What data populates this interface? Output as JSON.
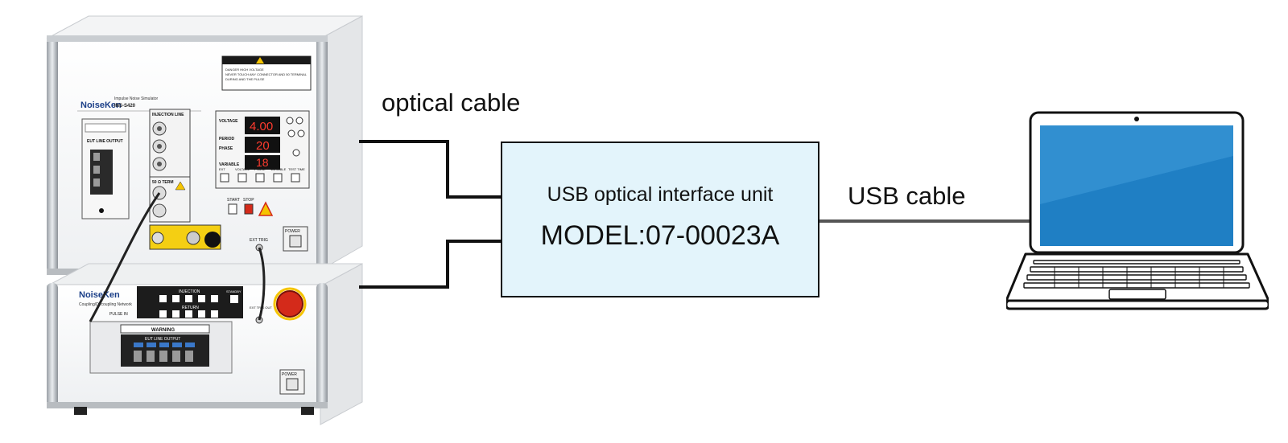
{
  "labels": {
    "optical_cable": "optical cable",
    "usb_cable": "USB cable"
  },
  "interface_unit": {
    "title": "USB optical interface unit",
    "model": "MODEL:07-00023A"
  },
  "upper_device": {
    "brand": "NoiseKen",
    "subtitle": "Impulse Noise Simulator",
    "model": "INS-S420",
    "warning_lines": [
      "DANGER HIGH VOLTAGE",
      "NEVER TOUCH ANY CONNECTOR AND 50 TERMINAL",
      "DURING AND THE PULSE"
    ],
    "panel_labels": {
      "injection_line": "INJECTION LINE",
      "term": "50 Ω TERM",
      "voltage": "VOLTAGE",
      "period": "PERIOD",
      "phase": "PHASE",
      "variable": "VARIABLE",
      "start": "START",
      "stop": "STOP",
      "power": "POWER",
      "ext_trig": "EXT TRIG",
      "eut_line_output": "EUT LINE OUTPUT"
    },
    "readouts": {
      "voltage": "4.00",
      "period": "20",
      "phase": "18"
    },
    "bottom_buttons": [
      "EXT",
      "VOLTAGE",
      "PHASE",
      "VARIABLE",
      "TEST TIME"
    ]
  },
  "lower_device": {
    "brand": "NoiseKen",
    "subtitle": "Coupling/Decoupling Network",
    "panel_labels": {
      "injection": "INJECTION",
      "return": "RETURN",
      "standby": "STANDBY",
      "pulse_in": "PULSE IN",
      "warning": "WARNING",
      "eut_line_output": "EUT LINE OUTPUT",
      "ext_trig_out": "EXT TRIG OUT",
      "power": "POWER"
    }
  },
  "colors": {
    "box_fill": "#e3f4fb",
    "line": "#111111",
    "screen": "#1f7fc4",
    "stop_red": "#d42a1a",
    "readout_red": "#ff3b2e"
  }
}
